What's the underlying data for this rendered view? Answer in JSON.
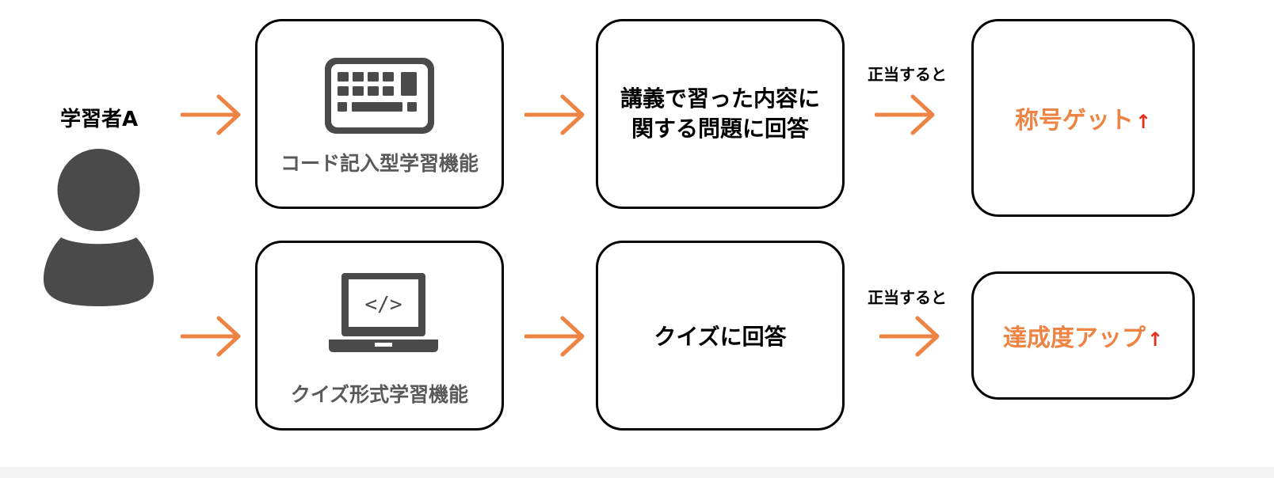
{
  "colors": {
    "accent_orange": "#ee8444",
    "up_arrow_red": "#e62f1b",
    "icon_gray": "#4a4a4a",
    "feature_text_gray": "#5a5a5a",
    "box_border": "#000000"
  },
  "learner": {
    "label": "学習者A",
    "icon": "person-icon"
  },
  "rows": [
    {
      "feature": {
        "icon": "keyboard-icon",
        "label": "コード記入型学習機能"
      },
      "task": {
        "line1": "講義で習った内容に",
        "line2": "関する問題に回答"
      },
      "condition": "正当すると",
      "result": {
        "text": "称号ゲット",
        "arrow": "↑"
      }
    },
    {
      "feature": {
        "icon": "laptop-code-icon",
        "label": "クイズ形式学習機能"
      },
      "task": {
        "line1": "クイズに回答"
      },
      "condition": "正当すると",
      "result": {
        "text": "達成度アップ",
        "arrow": "↑"
      }
    }
  ]
}
